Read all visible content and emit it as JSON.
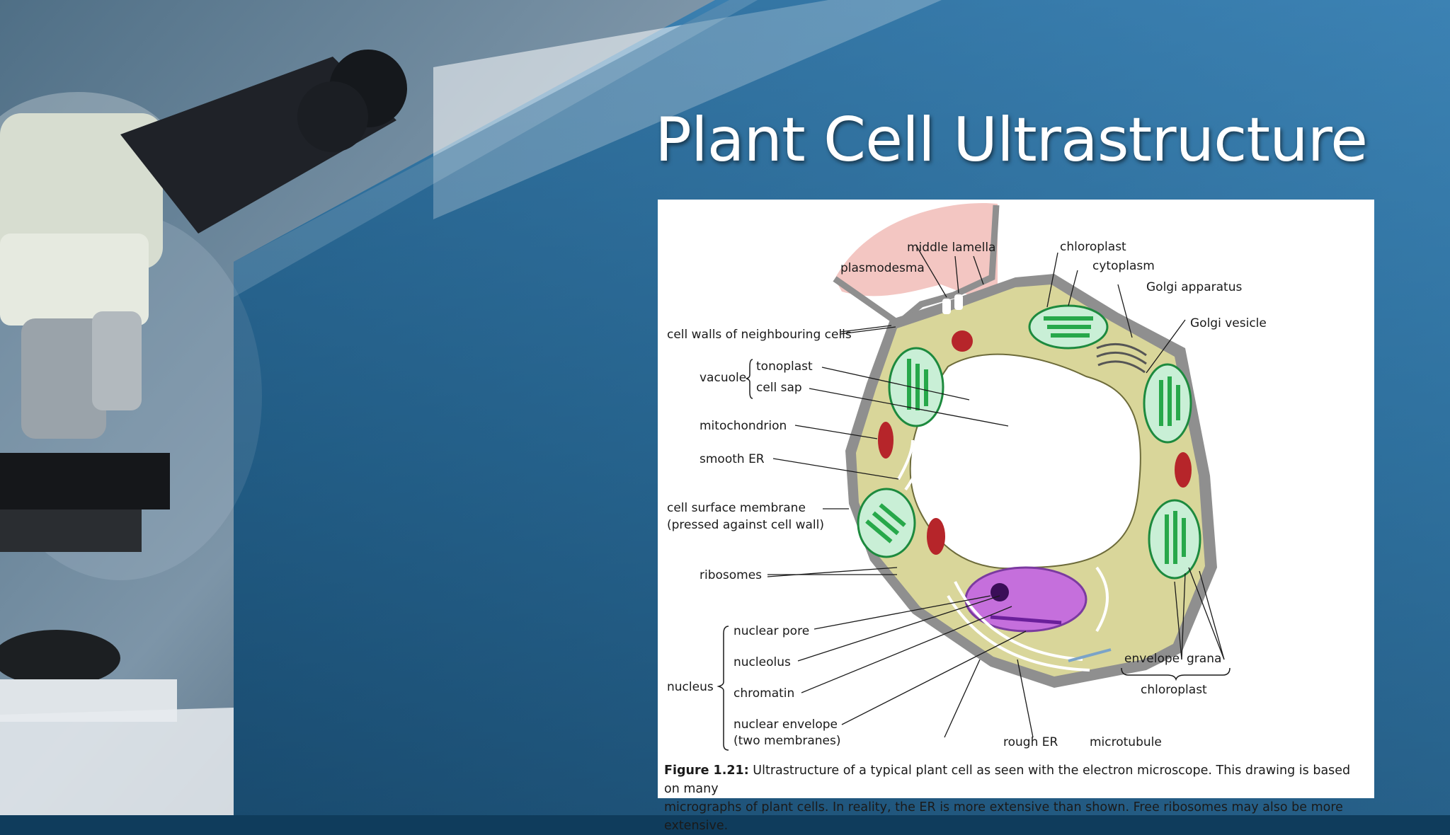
{
  "slide": {
    "title": "Plant Cell Ultrastructure"
  },
  "colors": {
    "background_dark": "#0f3c5c",
    "background_mid": "#2f6f9a",
    "cell_wall": "#8f8f8f",
    "cytoplasm": "#d9d69a",
    "chloroplast_fill": "#c9efd6",
    "grana": "#27a84a",
    "nucleus": "#c56fdc",
    "mitochondrion": "#b6252a",
    "neighbour_cell": "#f1c4c0"
  },
  "figure": {
    "labels": {
      "middle_lamella": "middle lamella",
      "chloroplast": "chloroplast",
      "plasmodesma": "plasmodesma",
      "cytoplasm": "cytoplasm",
      "golgi_apparatus": "Golgi apparatus",
      "golgi_vesicle": "Golgi vesicle",
      "cell_walls_neighbouring": "cell walls of neighbouring cells",
      "vacuole": "vacuole",
      "tonoplast": "tonoplast",
      "cell_sap": "cell sap",
      "mitochondrion": "mitochondrion",
      "smooth_er": "smooth ER",
      "cell_surface_membrane": "cell surface membrane",
      "pressed_against_wall": "(pressed against cell wall)",
      "ribosomes": "ribosomes",
      "nucleus": "nucleus",
      "nuclear_pore": "nuclear pore",
      "nucleolus": "nucleolus",
      "chromatin": "chromatin",
      "nuclear_envelope": "nuclear envelope",
      "two_membranes": "(two membranes)",
      "rough_er": "rough ER",
      "microtubule": "microtubule",
      "envelope": "envelope",
      "grana": "grana",
      "chloroplast_group": "chloroplast"
    },
    "caption": {
      "figure_number": "Figure 1.21:",
      "line1": "Ultrastructure of a typical plant cell as seen with the electron microscope. This drawing is based on many",
      "line2": "micrographs of plant cells. In reality, the ER is more extensive than shown. Free ribosomes may also be more extensive."
    }
  }
}
